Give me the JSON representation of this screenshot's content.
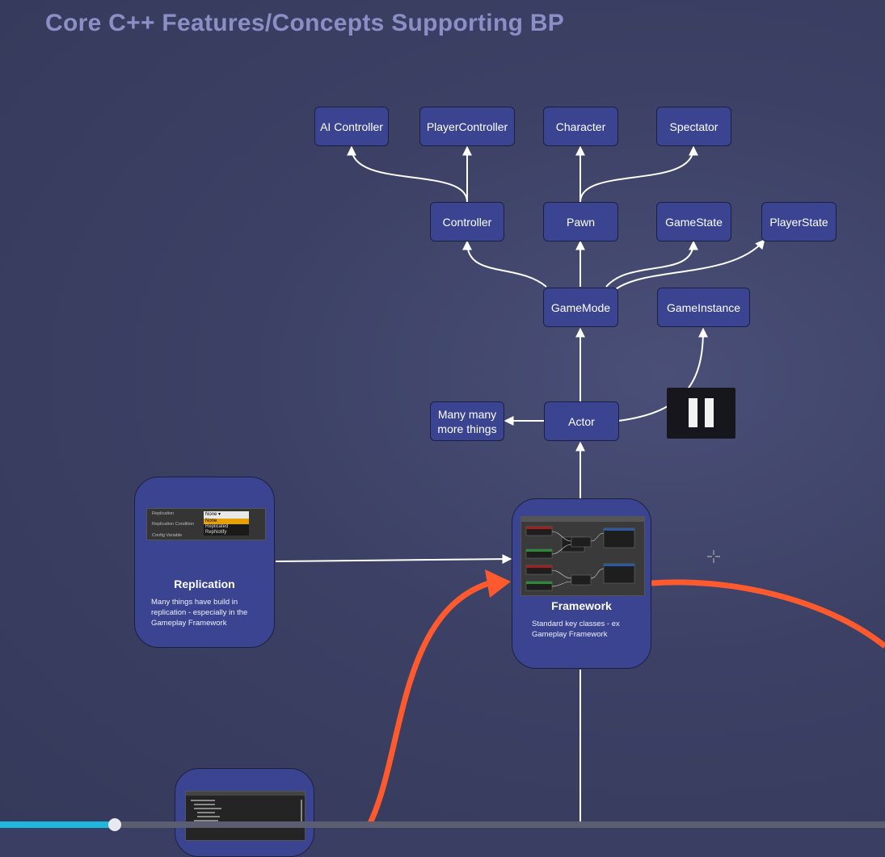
{
  "slide": {
    "title": "Core C++ Features/Concepts Supporting BP"
  },
  "nodes": {
    "ai_controller": "AI Controller",
    "player_controller": "PlayerController",
    "character": "Character",
    "spectator": "Spectator",
    "controller": "Controller",
    "pawn": "Pawn",
    "game_state": "GameState",
    "player_state": "PlayerState",
    "game_mode": "GameMode",
    "game_instance": "GameInstance",
    "many_things": "Many many more things",
    "actor": "Actor"
  },
  "cards": {
    "replication": {
      "title": "Replication",
      "description": "Many things have build in replication - especially in the Gameplay Framework",
      "thumbnail": {
        "field_replication": "Replication",
        "field_condition": "Replication Condition",
        "field_config": "Config Variable",
        "dropdown_value": "None",
        "options": [
          "None",
          "Replicated",
          "RepNotify"
        ]
      }
    },
    "framework": {
      "title": "Framework",
      "description": "Standard key classes - ex Gameplay Framework"
    }
  },
  "colors": {
    "background": "#3a3e62",
    "node_fill": "#3a4490",
    "title": "#8b8fc6",
    "highlight_arrow": "#ff5a2e",
    "progress": "#1fb6dd"
  },
  "video": {
    "progress": 0.13,
    "state_icon": "pause-icon"
  }
}
